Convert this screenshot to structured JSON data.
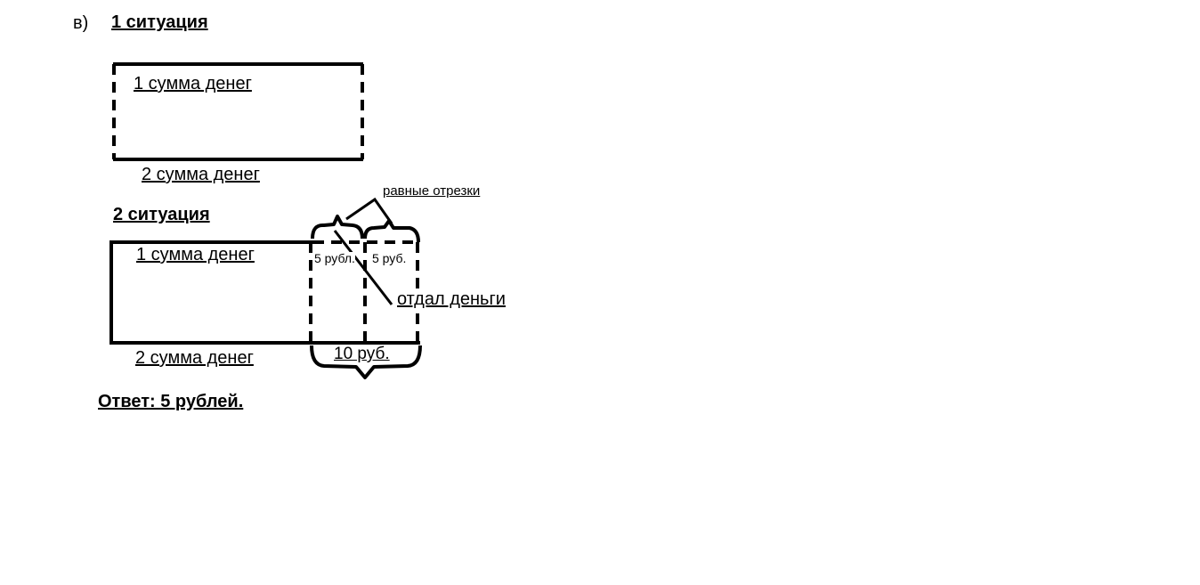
{
  "part_label": "в)",
  "situation1": {
    "title": "1 ситуация",
    "top_label": "1 сумма денег",
    "bottom_label": "2 сумма денег"
  },
  "situation2": {
    "title": "2 ситуация",
    "top_label": "1 сумма денег",
    "bottom_label": "2 сумма денег",
    "equal_segments_label": "равные отрезки",
    "left_segment_label": "5 рубл.",
    "right_segment_label": "5 руб.",
    "gave_money_label": "отдал деньги",
    "bottom_brace_label": "10 руб."
  },
  "answer": "Ответ: 5 рублей."
}
